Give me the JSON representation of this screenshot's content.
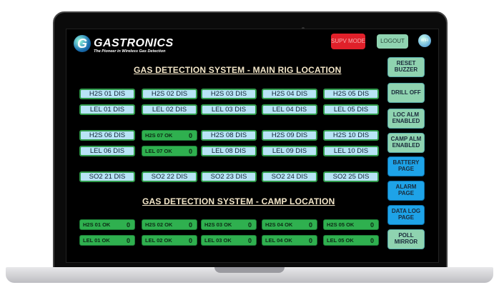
{
  "header": {
    "brand": "GASTRONICS",
    "logo_letter": "G",
    "tagline": "The Pioneer in Wireless Gas Detection",
    "supv_mode": "SUPV MODE",
    "logout": "LOGOUT",
    "wifi": "WIFI"
  },
  "titles": {
    "main": "GAS DETECTION SYSTEM - MAIN RIG LOCATION",
    "camp": "GAS DETECTION SYSTEM - CAMP LOCATION"
  },
  "side_buttons": [
    {
      "label": "RESET BUZZER",
      "style": "mint"
    },
    {
      "label": "DRILL OFF",
      "style": "mint"
    },
    {
      "label": "LOC ALM ENABLED",
      "style": "mint"
    },
    {
      "label": "CAMP ALM ENABLED",
      "style": "mint"
    },
    {
      "label": "BATTERY PAGE",
      "style": "blue"
    },
    {
      "label": "ALARM PAGE",
      "style": "blue"
    },
    {
      "label": "DATA LOG PAGE",
      "style": "blue"
    },
    {
      "label": "POLL MIRROR",
      "style": "mint"
    }
  ],
  "main_rows": [
    [
      {
        "label": "H2S 01 DIS"
      },
      {
        "label": "H2S 02 DIS"
      },
      {
        "label": "H2S 03 DIS"
      },
      {
        "label": "H2S 04 DIS"
      },
      {
        "label": "H2S 05 DIS"
      }
    ],
    [
      {
        "label": "LEL 01 DIS"
      },
      {
        "label": "LEL 02 DIS"
      },
      {
        "label": "LEL 03 DIS"
      },
      {
        "label": "LEL 04 DIS"
      },
      {
        "label": "LEL 05 DIS"
      }
    ],
    [
      {
        "label": "H2S 06 DIS"
      },
      {
        "label": "H2S 07 OK",
        "value": "0"
      },
      {
        "label": "H2S 08 DIS"
      },
      {
        "label": "H2S 09 DIS"
      },
      {
        "label": "H2S 10 DIS"
      }
    ],
    [
      {
        "label": "LEL 06 DIS"
      },
      {
        "label": "LEL 07 OK",
        "value": "0"
      },
      {
        "label": "LEL 08 DIS"
      },
      {
        "label": "LEL 09 DIS"
      },
      {
        "label": "LEL 10 DIS"
      }
    ],
    [
      {
        "label": "SO2 21 DIS"
      },
      {
        "label": "SO2 22 DIS"
      },
      {
        "label": "SO2 23 DIS"
      },
      {
        "label": "SO2 24 DIS"
      },
      {
        "label": "SO2 25 DIS"
      }
    ]
  ],
  "camp_rows": [
    [
      {
        "label": "H2S 01 OK",
        "value": "0"
      },
      {
        "label": "H2S 02 OK",
        "value": "0"
      },
      {
        "label": "H2S 03 OK",
        "value": "0"
      },
      {
        "label": "H2S 04 OK",
        "value": "0"
      },
      {
        "label": "H2S 05 OK",
        "value": "0"
      }
    ],
    [
      {
        "label": "LEL 01 OK",
        "value": "0"
      },
      {
        "label": "LEL 02 OK",
        "value": "0"
      },
      {
        "label": "LEL 03 OK",
        "value": "0"
      },
      {
        "label": "LEL 04 OK",
        "value": "0"
      },
      {
        "label": "LEL 05 OK",
        "value": "0"
      }
    ]
  ]
}
